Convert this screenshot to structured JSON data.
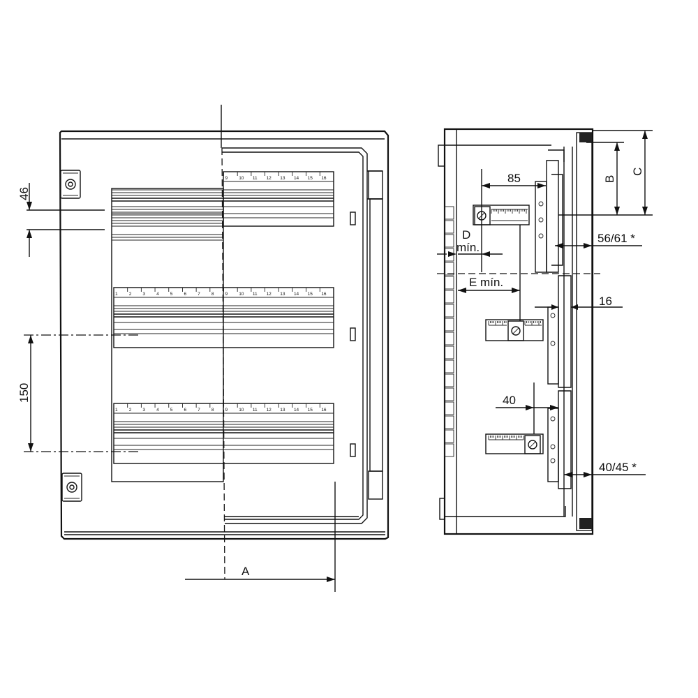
{
  "dimensions": {
    "d46": "46",
    "d150": "150",
    "dA": "A",
    "d85": "85",
    "dB": "B",
    "dC": "C",
    "dD": "D",
    "dMin": "mín.",
    "dEmin": "E mín.",
    "d5661": "56/61 *",
    "d16": "16",
    "d40": "40",
    "d4045": "40/45 *"
  },
  "scale_ticks": [
    "1",
    "2",
    "3",
    "4",
    "5",
    "6",
    "7",
    "8",
    "9",
    "10",
    "11",
    "12",
    "13",
    "14",
    "15",
    "16"
  ]
}
